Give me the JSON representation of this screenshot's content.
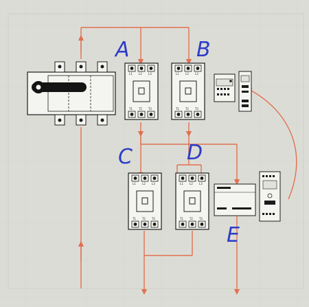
{
  "labels": {
    "a": "A",
    "b": "B",
    "c": "C",
    "d": "D",
    "e": "E"
  },
  "terminals": {
    "top": [
      "L1",
      "L2",
      "L3"
    ],
    "bottom": [
      "T1",
      "T2",
      "T3"
    ]
  },
  "colors": {
    "paper": "#dcdcd6",
    "wire": "#e07050",
    "ink": "#2b3cc7",
    "line": "#1b1b1b"
  }
}
